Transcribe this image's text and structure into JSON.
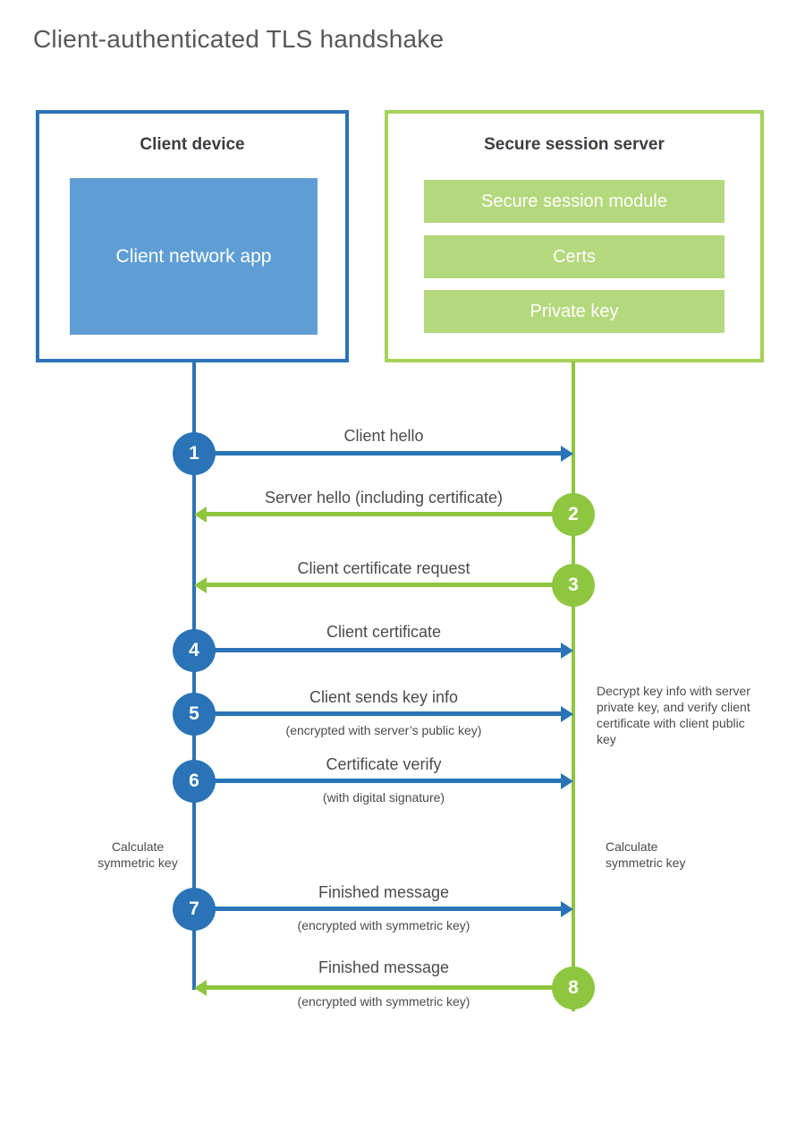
{
  "title": "Client-authenticated TLS handshake",
  "client": {
    "title": "Client device",
    "app_label": "Client network app"
  },
  "server": {
    "title": "Secure session server",
    "modules": [
      "Secure session module",
      "Certs",
      "Private key"
    ]
  },
  "messages": [
    {
      "num": "1",
      "label": "Client hello",
      "sub": "",
      "from": "client",
      "to": "server"
    },
    {
      "num": "2",
      "label": "Server hello (including certificate)",
      "sub": "",
      "from": "server",
      "to": "client"
    },
    {
      "num": "3",
      "label": "Client certificate request",
      "sub": "",
      "from": "server",
      "to": "client"
    },
    {
      "num": "4",
      "label": "Client certificate",
      "sub": "",
      "from": "client",
      "to": "server"
    },
    {
      "num": "5",
      "label": "Client sends key info",
      "sub": "(encrypted with server’s public key)",
      "from": "client",
      "to": "server"
    },
    {
      "num": "6",
      "label": "Certificate verify",
      "sub": "(with digital signature)",
      "from": "client",
      "to": "server"
    },
    {
      "num": "7",
      "label": "Finished message",
      "sub": "(encrypted with symmetric key)",
      "from": "client",
      "to": "server"
    },
    {
      "num": "8",
      "label": "Finished message",
      "sub": "(encrypted with symmetric key)",
      "from": "server",
      "to": "client"
    }
  ],
  "annotations": {
    "decrypt_note": "Decrypt key info with server private key, and verify client certificate with client public key",
    "calc_left": "Calculate symmetric key",
    "calc_right": "Calculate symmetric key"
  },
  "colors": {
    "blue_accent": "#2a73b6",
    "blue_fill": "#5f9ed5",
    "green_accent": "#8ec63f",
    "green_border": "#a6d159",
    "green_fill": "#b4d87c",
    "title_text": "#58585b",
    "label_text": "#4b4b4d",
    "header_text": "#3c3c43"
  }
}
